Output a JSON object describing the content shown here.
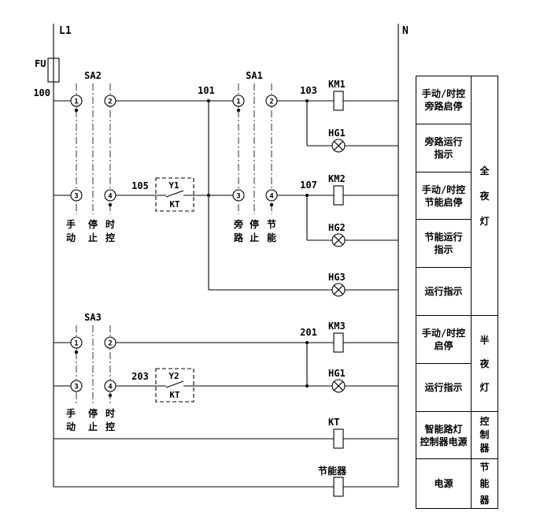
{
  "buses": {
    "left": "L1",
    "right": "N"
  },
  "fuse": {
    "label": "FU"
  },
  "wires": {
    "n100": "100",
    "n101": "101",
    "n103": "103",
    "n105": "105",
    "n107": "107",
    "n201": "201",
    "n203": "203"
  },
  "switches": {
    "sa2": {
      "name": "SA2",
      "t1": "1",
      "t2": "2",
      "t3": "3",
      "t4": "4",
      "pos_left": "手\n动",
      "pos_mid": "停\n止",
      "pos_right": "时\n控"
    },
    "sa1": {
      "name": "SA1",
      "t1": "1",
      "t2": "2",
      "t3": "3",
      "t4": "4",
      "pos_left": "旁\n路",
      "pos_mid": "停\n止",
      "pos_right": "节\n能"
    },
    "sa3": {
      "name": "SA3",
      "t1": "1",
      "t2": "2",
      "t3": "3",
      "t4": "4",
      "pos_left": "手\n动",
      "pos_mid": "停\n止",
      "pos_right": "时\n控"
    }
  },
  "timers": {
    "y1": {
      "tag": "Y1",
      "relay": "KT"
    },
    "y2": {
      "tag": "Y2",
      "relay": "KT"
    }
  },
  "devices": {
    "km1": "KM1",
    "hg1": "HG1",
    "km2": "KM2",
    "hg2": "HG2",
    "hg3": "HG3",
    "km3": "KM3",
    "hg1b": "HG1",
    "kt": "KT",
    "saver": "节能器"
  },
  "legend": {
    "rows": [
      {
        "label": "手动/时控\n旁路启停"
      },
      {
        "label": "旁路运行\n指示"
      },
      {
        "label": "手动/时控\n节能启停"
      },
      {
        "label": "节能运行\n指示"
      },
      {
        "label": "运行指示"
      },
      {
        "label": "手动/时控\n启停"
      },
      {
        "label": "运行指示"
      },
      {
        "label": "智能路灯\n控制器电源"
      },
      {
        "label": "电源"
      }
    ],
    "groups": [
      {
        "label": "全\n夜\n灯"
      },
      {
        "label": "半\n夜\n灯"
      },
      {
        "label": "控\n制\n器"
      },
      {
        "label": "节\n能\n器"
      }
    ]
  }
}
